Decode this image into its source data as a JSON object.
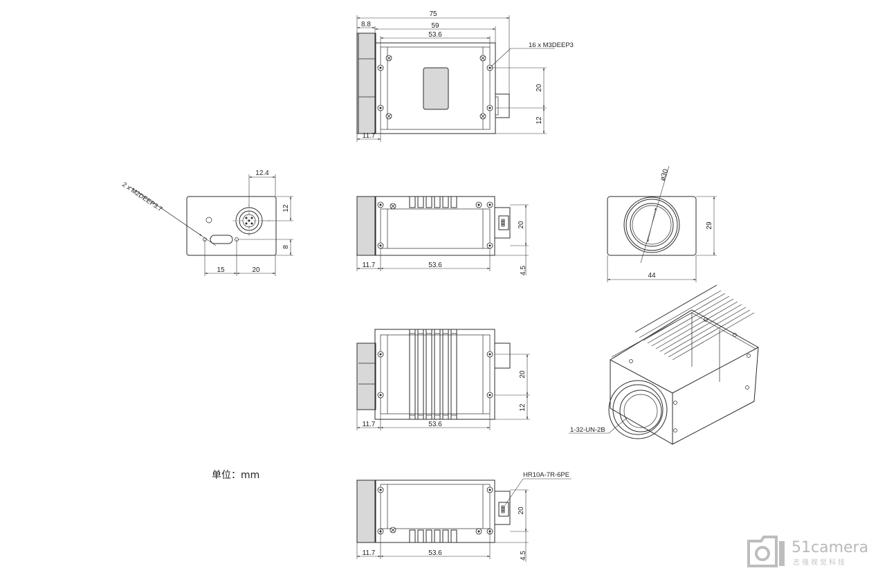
{
  "unit_label": "单位：mm",
  "top_view": {
    "dims": {
      "overall": "75",
      "flange": "8.8",
      "mid": "59",
      "inner": "53.6",
      "hole_pitch": "20",
      "offset": "12",
      "front": "11.7"
    },
    "callout": "16 x M3DEEP3"
  },
  "front_view": {
    "dims": {
      "conn_width": "12.4",
      "height_upper": "12",
      "height_lower": "8",
      "left_offset": "15",
      "conn_offset": "20"
    },
    "callout": "2 x M2DEEP3.7"
  },
  "side_view_1": {
    "dims": {
      "hole_pitch": "20",
      "front": "11.7",
      "body": "53.6",
      "bottom": "4.5"
    }
  },
  "rear_view": {
    "dims": {
      "diameter": "ø30",
      "height": "29",
      "width": "44"
    }
  },
  "bottom_view": {
    "dims": {
      "hole_pitch": "20",
      "offset": "12",
      "front": "11.7",
      "body": "53.6"
    }
  },
  "iso_view": {
    "callout": "1-32-UN-2B"
  },
  "side_view_2": {
    "dims": {
      "hole_pitch": "20",
      "front": "11.7",
      "body": "53.6",
      "bottom": "4.5"
    },
    "callout": "HR10A-7R-6PE"
  },
  "logo": {
    "name": "51camera",
    "sub": "志强视觉科技",
    "color": "#b9b9b9"
  }
}
